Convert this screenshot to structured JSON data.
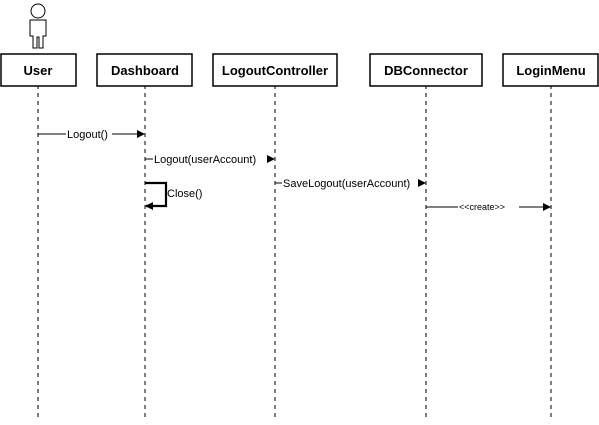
{
  "participants": [
    {
      "id": "user",
      "label": "User",
      "actor": true
    },
    {
      "id": "dashboard",
      "label": "Dashboard"
    },
    {
      "id": "logout_controller",
      "label": "LogoutController"
    },
    {
      "id": "db_connector",
      "label": "DBConnector"
    },
    {
      "id": "login_menu",
      "label": "LoginMenu"
    }
  ],
  "messages": [
    {
      "from": "user",
      "to": "dashboard",
      "label": "Logout()"
    },
    {
      "from": "dashboard",
      "to": "logout_controller",
      "label": "Logout(userAccount)"
    },
    {
      "from": "dashboard",
      "to": "dashboard",
      "label": "Close()",
      "self": true
    },
    {
      "from": "logout_controller",
      "to": "db_connector",
      "label": "SaveLogout(userAccount)"
    },
    {
      "from": "db_connector",
      "to": "login_menu",
      "label": "<<create>>",
      "stereotype": true
    }
  ],
  "colors": {
    "line": "#000000",
    "background": "#ffffff",
    "box_fill": "#ffffff"
  }
}
